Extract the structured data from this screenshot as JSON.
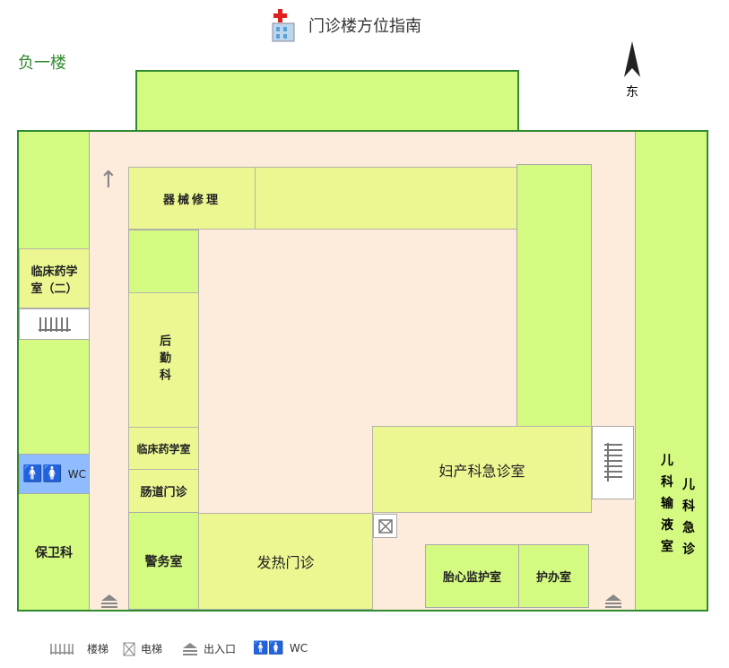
{
  "title": "门诊楼方位指南",
  "floor": "负一楼",
  "compass": "东",
  "rooms": {
    "equipment_repair": "器械修理",
    "clinical_pharmacy_2": "临床药学室（二）",
    "logistics": "后勤科",
    "clinical_pharmacy": "临床药学室",
    "intestinal_clinic": "肠道门诊",
    "police": "警务室",
    "fever_clinic": "发热门诊",
    "ob_emergency": "妇产科急诊室",
    "fetal_monitoring": "胎心监护室",
    "nurse_office": "护办室",
    "security": "保卫科",
    "pediatric_infusion": "儿科输液室",
    "pediatric_emergency": "儿科急诊",
    "wc": "WC"
  },
  "legend": {
    "stairs": "楼梯",
    "elevator": "电梯",
    "entrance": "出入口",
    "wc": "WC"
  },
  "colors": {
    "border": "#2f8a2f",
    "green": "#d5fa82",
    "yellow": "#ecf792",
    "corridor": "#fdebdc",
    "wc": "#8fbcff"
  }
}
